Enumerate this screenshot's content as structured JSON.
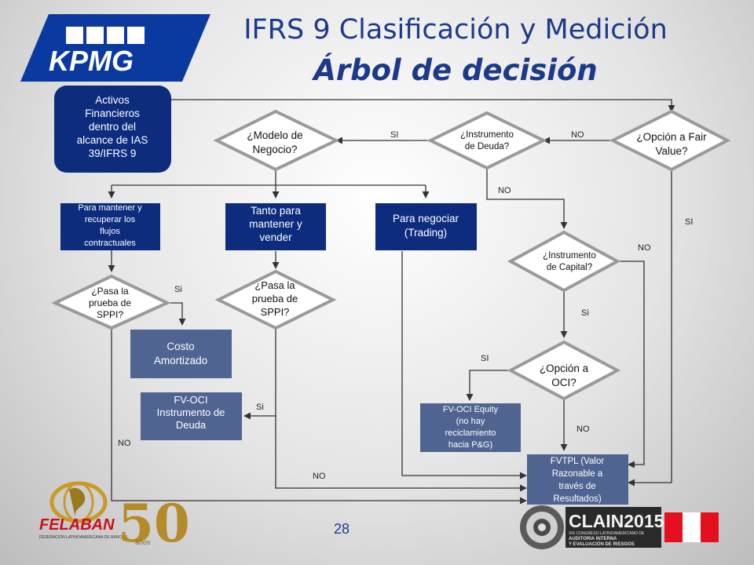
{
  "header": {
    "logo_text": "KPMG",
    "title_line1": "IFRS 9 Clasificación y Medición",
    "title_line2": "Árbol de decisión"
  },
  "nodes": {
    "start": [
      "Activos",
      "Financieros",
      "dentro del",
      "alcance de IAS",
      "39/IFRS 9"
    ],
    "fair_value_option": [
      "¿Opción a Fair",
      "Value?"
    ],
    "debt_instrument": [
      "¿Instrumento",
      "de Deuda?"
    ],
    "business_model": [
      "¿Modelo de",
      "Negocio?"
    ],
    "hold_to_collect": [
      "Para mantener y",
      "recuperar los",
      "flujos",
      "contractuales"
    ],
    "hold_and_sell": [
      "Tanto para",
      "mantener y",
      "vender"
    ],
    "trading": [
      "Para negociar",
      "(Trading)"
    ],
    "equity_instrument": [
      "¿Instrumento",
      "de Capital?"
    ],
    "sppi_test_1": [
      "¿Pasa la",
      "prueba de",
      "SPPI?"
    ],
    "sppi_test_2": [
      "¿Pasa la",
      "prueba de",
      "SPPI?"
    ],
    "amortized_cost": [
      "Costo",
      "Amortizado"
    ],
    "fvoci_debt": [
      "FV-OCI",
      "Instrumento de",
      "Deuda"
    ],
    "oci_option": [
      "¿Opción a",
      "OCI?"
    ],
    "fvoci_equity": [
      "FV-OCI Equity",
      "(no hay",
      "reciclamiento",
      "hacia P&G)"
    ],
    "fvtpl": [
      "FVTPL (Valor",
      "Razonable a",
      "través de",
      "Resultados)"
    ]
  },
  "edge_labels": {
    "no_fair_value": "NO",
    "si_debt": "SI",
    "no_debt": "NO",
    "si_fair_value": "SI",
    "no_equity": "NO",
    "si_equity": "Si",
    "si_oci": "SI",
    "no_oci": "NO",
    "si_sppi_1": "Si",
    "si_sppi_2": "Si",
    "no_sppi_1": "NO",
    "no_sppi_2": "NO"
  },
  "footer": {
    "page_number": "28",
    "felaban_text": "FELABAN",
    "felaban_sub": "FEDERACIÓN LATINOAMERICANA DE BANCOS",
    "felaban_years": "50",
    "felaban_anos": "años",
    "clain_text": "CLAIN2015",
    "clain_sub": "XIX CONGRESO LATINOAMERICANO DE",
    "clain_sub2": "AUDITORIA INTERNA",
    "clain_sub3": "Y EVALUACIÓN DE RIESGOS"
  },
  "colors": {
    "navy_box": "#0d2c7e",
    "slate_box": "#4f6490",
    "diamond_fill": "#ffffff",
    "diamond_stroke": "#9a9a9a",
    "connector": "#333333",
    "title": "#1d3a8a",
    "peru_red": "#e4101e",
    "kpmg_blue": "#0a3aa0"
  }
}
